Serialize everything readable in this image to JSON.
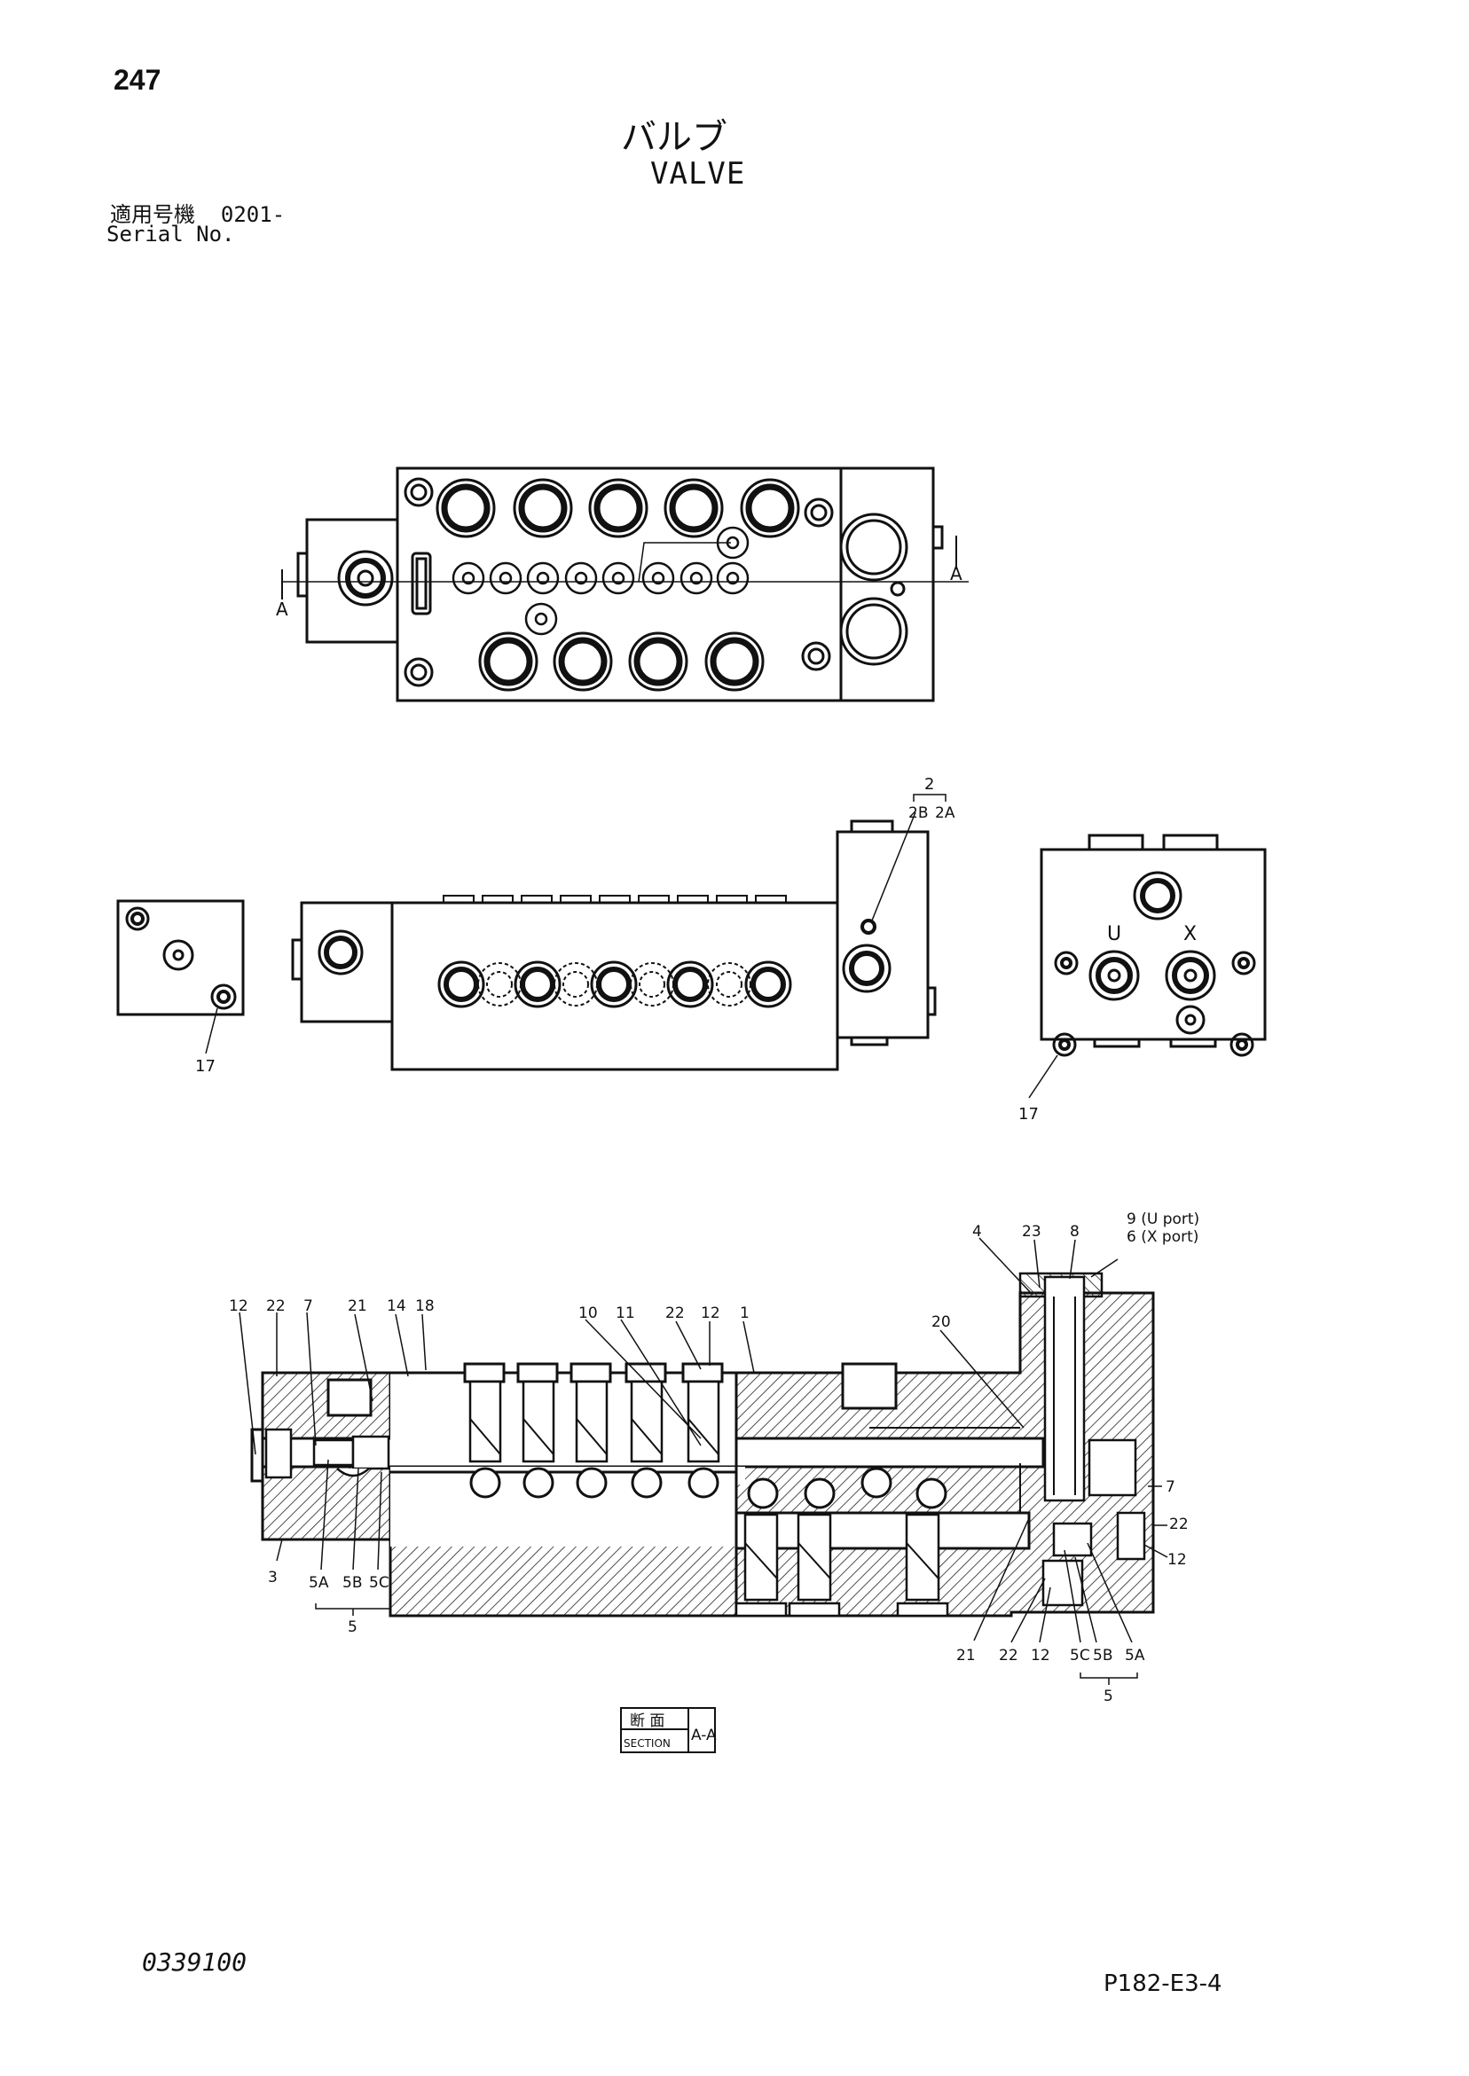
{
  "header": {
    "page_number": "247",
    "title_jp": "バルブ",
    "title_en": "VALVE",
    "serial_label_jp": "適用号機",
    "serial_value": "0201-",
    "serial_label_en": "Serial No."
  },
  "footer": {
    "drawing_number": "0339100",
    "page_code": "P182-E3-4"
  },
  "views": {
    "top": {
      "section_marks": [
        "A",
        "A"
      ]
    },
    "side_left": {
      "callouts": [
        "17"
      ]
    },
    "front": {
      "callouts": [
        "2",
        "2B",
        "2A"
      ]
    },
    "side_right": {
      "port_labels": [
        "U",
        "X"
      ],
      "callouts": [
        "17"
      ]
    },
    "section": {
      "callouts_top": [
        "12",
        "22",
        "7",
        "21",
        "14",
        "18",
        "10",
        "11",
        "22",
        "12",
        "1",
        "20",
        "4",
        "23",
        "8"
      ],
      "port_notes": [
        "9 (U port)",
        "6 (X port)"
      ],
      "callouts_right": [
        "7",
        "22",
        "12"
      ],
      "callouts_bottom_left": [
        "3",
        "5A",
        "5B",
        "5C",
        "5"
      ],
      "callouts_bottom_right": [
        "21",
        "22",
        "12",
        "5C",
        "5B",
        "5A",
        "5"
      ],
      "section_label_jp": "断 面",
      "section_label_en": "SECTION",
      "section_id": "A-A"
    }
  }
}
